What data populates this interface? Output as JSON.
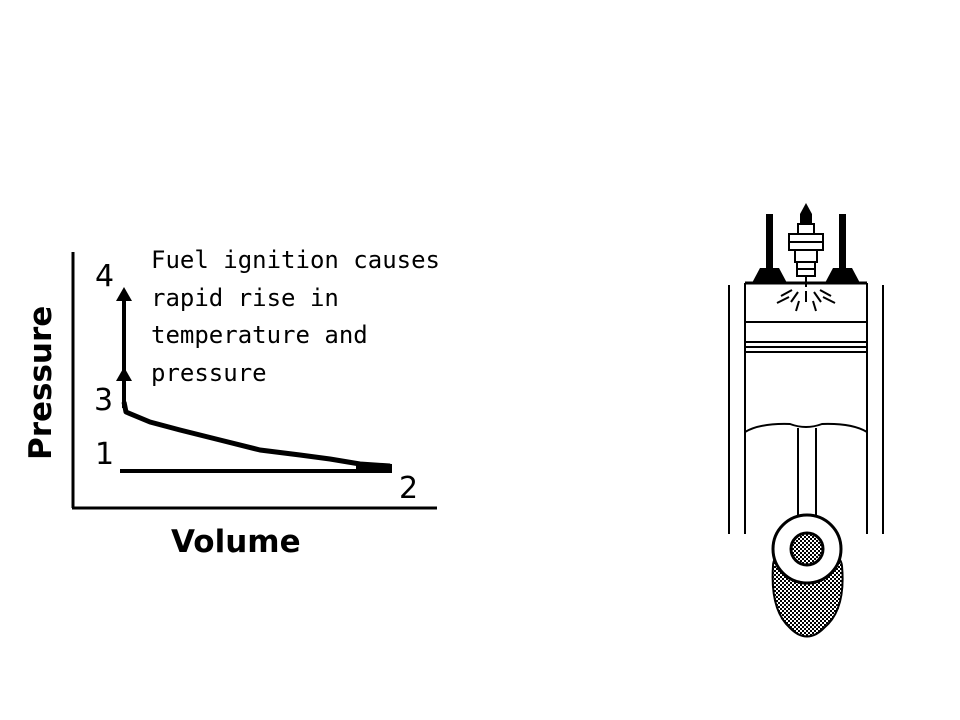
{
  "diagram": {
    "y_axis_label": "Pressure",
    "x_axis_label": "Volume",
    "point_labels": [
      "1",
      "2",
      "3",
      "4"
    ],
    "annotation_lines": [
      "Fuel ignition causes",
      "rapid rise in",
      "temperature and",
      "pressure"
    ]
  },
  "colors": {
    "ink": "#000000",
    "shade": "#555555",
    "background": "#ffffff"
  }
}
